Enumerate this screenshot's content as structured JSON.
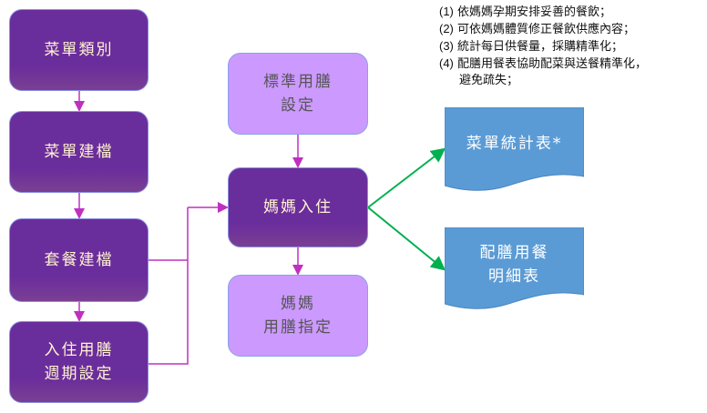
{
  "colors": {
    "dark_box": "#6a2d9c",
    "light_box": "#cc99ff",
    "document": "#5b9bd5",
    "connector_purple": "#c030c0",
    "connector_green": "#00b050"
  },
  "left_column": [
    {
      "id": "menu-category",
      "lines": [
        "菜單類別"
      ]
    },
    {
      "id": "menu-build",
      "lines": [
        "菜單建檔"
      ]
    },
    {
      "id": "set-meal-build",
      "lines": [
        "套餐建檔"
      ]
    },
    {
      "id": "stay-meal-cycle",
      "lines": [
        "入住用膳",
        "週期設定"
      ]
    }
  ],
  "middle_column": [
    {
      "id": "standard-meal-setting",
      "lines": [
        "標準用膳",
        "設定"
      ]
    },
    {
      "id": "mother-check-in",
      "lines": [
        "媽媽入住"
      ]
    },
    {
      "id": "mother-meal-assign",
      "lines": [
        "媽媽",
        "用膳指定"
      ]
    }
  ],
  "documents": [
    {
      "id": "menu-statistics",
      "lines": [
        "菜單統計表*"
      ]
    },
    {
      "id": "meal-detail",
      "lines": [
        "配膳用餐",
        "明細表"
      ]
    }
  ],
  "notes": [
    {
      "num": "(1)",
      "text": "依媽媽孕期安排妥善的餐飲；"
    },
    {
      "num": "(2)",
      "text": "可依媽媽體質修正餐飲供應內容；"
    },
    {
      "num": "(3)",
      "text": "統計每日供餐量，採購精準化；"
    },
    {
      "num": "(4)",
      "text": "配膳用餐表協助配菜與送餐精準化，",
      "continuation": "避免疏失；"
    }
  ]
}
